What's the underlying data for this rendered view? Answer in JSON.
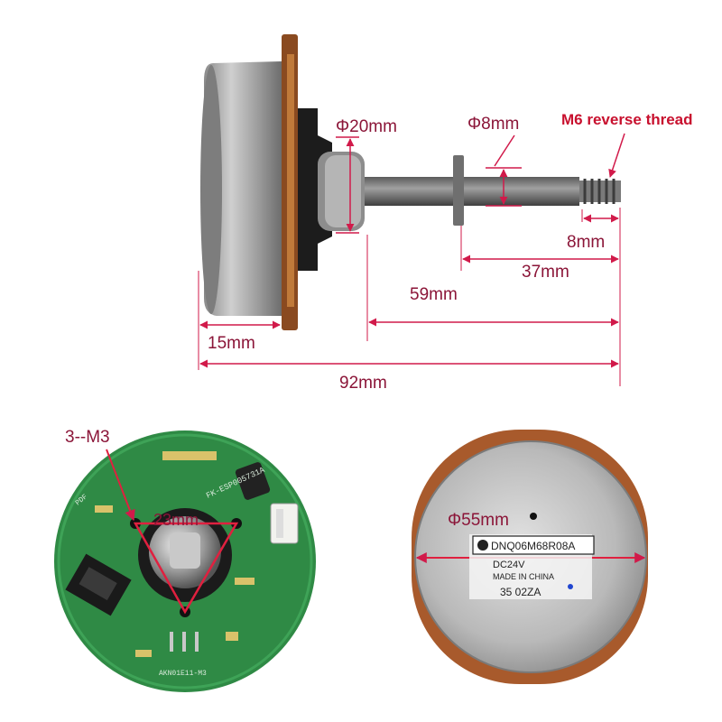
{
  "labels": {
    "diameter_20": "Φ20mm",
    "diameter_8": "Φ8mm",
    "thread": "M6 reverse thread",
    "len_8": "8mm",
    "len_37": "37mm",
    "len_59": "59mm",
    "len_15": "15mm",
    "len_92": "92mm",
    "screws": "3--M3",
    "pitch_23": "23mm",
    "diameter_55": "Φ55mm"
  },
  "pcb_silk": {
    "top": "FK-ESP005731A",
    "bottom": "AKN01E11-M3",
    "pdf": "PDF"
  },
  "nameplate": {
    "model": "DNQ06M68R08A",
    "voltage": "DC24V",
    "origin": "MADE IN CHINA",
    "code": "35  02ZA"
  },
  "colors": {
    "dimension": "#8b1538",
    "pcb_green": "#2f8a45",
    "steel": "#8e8e8e",
    "copper": "#a85a2c"
  }
}
